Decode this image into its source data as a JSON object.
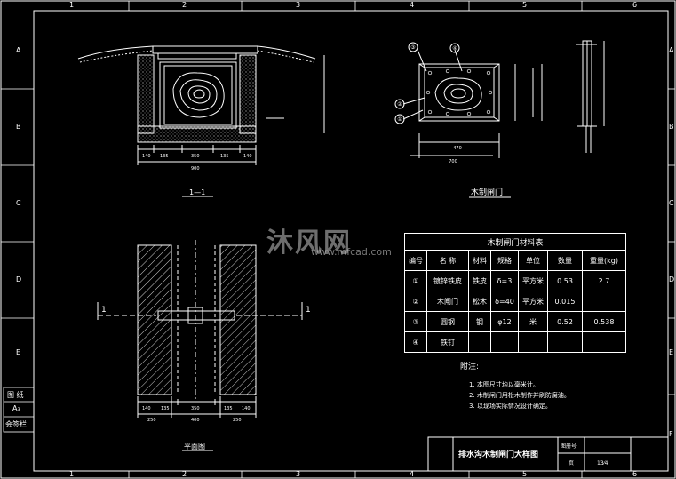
{
  "frame": {
    "top_numbers": [
      "1",
      "2",
      "3",
      "4",
      "5",
      "6"
    ],
    "bottom_numbers": [
      "1",
      "2",
      "3",
      "4",
      "5",
      "6"
    ],
    "left_letters": [
      "A",
      "B",
      "C",
      "D",
      "E"
    ],
    "right_letters": [
      "A",
      "B",
      "C",
      "D",
      "E",
      "F"
    ]
  },
  "left_stamp": {
    "line1": "图 纸",
    "line2": "A₃",
    "line3": "会签栏"
  },
  "section_view": {
    "title": "1—1",
    "dims": [
      "140",
      "135",
      "350",
      "135",
      "140"
    ],
    "total": "900"
  },
  "gate_view": {
    "title": "木制闸门",
    "markers": [
      "③",
      "④",
      "②",
      "①"
    ],
    "dims_bottom": [
      "470",
      "700"
    ]
  },
  "plan_view": {
    "title": "平面图",
    "section_marks": [
      "1",
      "1"
    ],
    "dims": [
      "140",
      "135",
      "350",
      "135",
      "140"
    ],
    "totals": [
      "250",
      "400",
      "250"
    ]
  },
  "watermark": {
    "text": "沐风网",
    "url": "www.mfcad.com"
  },
  "material_table": {
    "title": "木制闸门材料表",
    "headers": [
      "编号",
      "名 称",
      "材料",
      "规格",
      "单位",
      "数量",
      "重量(kg)"
    ],
    "rows": [
      [
        "①",
        "镀锌铁皮",
        "铁皮",
        "δ=3",
        "平方米",
        "0.53",
        "2.7"
      ],
      [
        "②",
        "木闸门",
        "松木",
        "δ=40",
        "平方米",
        "0.015",
        ""
      ],
      [
        "③",
        "圆钢",
        "钢",
        "φ12",
        "米",
        "0.52",
        "0.538"
      ],
      [
        "④",
        "铁钉",
        "",
        "",
        "",
        "",
        ""
      ]
    ]
  },
  "notes": {
    "heading": "附注:",
    "lines": [
      "1. 本图尺寸均以毫米计。",
      "2. 木制闸门用松木制作并刷防腐油。",
      "3. 以现场实际情况设计确定。"
    ]
  },
  "title_block": {
    "name": "排水沟木制闸门大样图",
    "label_no": "图册号",
    "label_page": "页",
    "page_value": "13⁄4"
  },
  "colors": {
    "lines": "#ffffff",
    "background": "#000000",
    "accent": "#ffff66"
  }
}
